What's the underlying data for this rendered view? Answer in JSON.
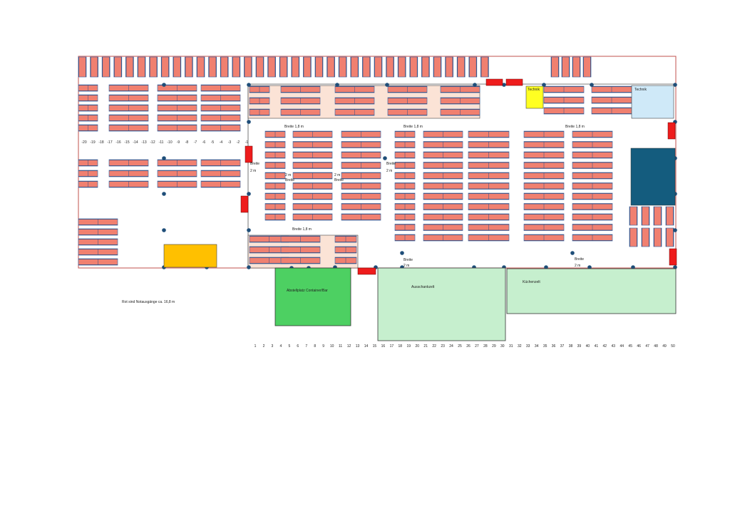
{
  "colors": {
    "table_fill": "#f08070",
    "table_stroke": "#4a6fa8",
    "table_leg": "#2a4e86",
    "hall_border": "#c0504d",
    "aisle_fill": "#fbe3d6",
    "post_fill": "#1f4e79",
    "emergency_exit": "#ee1c1c",
    "technik_yellow": "#ffff22",
    "technik_blue": "#cfe9f8",
    "dark_block": "#145c7e",
    "orange_block": "#ffc000",
    "container_green": "#4dd062",
    "light_green": "#c6efce"
  },
  "areas": {
    "technik_left": "Technik",
    "technik_right": "Technik",
    "container": "Abstellplatz Container/Bar",
    "ausschank": "Ausschankzelt",
    "kuechen": "Küchenzelt"
  },
  "width_labels": {
    "breite_1": "Breite 1,8 m",
    "breite_2": "Breite 1,8 m",
    "breite_3": "Breite 1,8 m",
    "breite_4": "Breite 1,8 m",
    "breite_small_1": "Breite",
    "breite_small_2": "2 m",
    "breite_small_3": "2 m",
    "breite_small_4": "Breite",
    "breite_small_5": "2 m",
    "breite_small_6": "Breite",
    "breite_small_7": "Breite",
    "breite_small_8": "2 m",
    "breite_small_9": "Breite",
    "breite_small_10": "2 m",
    "breite_small_11": "Breite",
    "breite_small_12": "2 m"
  },
  "note": "Rot sind Notausgänge ca. 16,8 m",
  "top_axis": [
    "-20",
    "-19",
    "-18",
    "-17",
    "-16",
    "-15",
    "-14",
    "-13",
    "-12",
    "-11",
    "-10",
    "-9",
    "-8",
    "-7",
    "-6",
    "-5",
    "-4",
    "-3",
    "-2",
    "-1"
  ],
  "bottom_axis": [
    "1",
    "2",
    "3",
    "4",
    "5",
    "6",
    "7",
    "8",
    "9",
    "10",
    "11",
    "12",
    "13",
    "14",
    "15",
    "16",
    "17",
    "18",
    "19",
    "20",
    "21",
    "22",
    "23",
    "24",
    "25",
    "26",
    "27",
    "28",
    "29",
    "30",
    "31",
    "32",
    "33",
    "34",
    "35",
    "36",
    "37",
    "38",
    "39",
    "40",
    "41",
    "42",
    "43",
    "44",
    "45",
    "46",
    "47",
    "48",
    "49",
    "50"
  ]
}
